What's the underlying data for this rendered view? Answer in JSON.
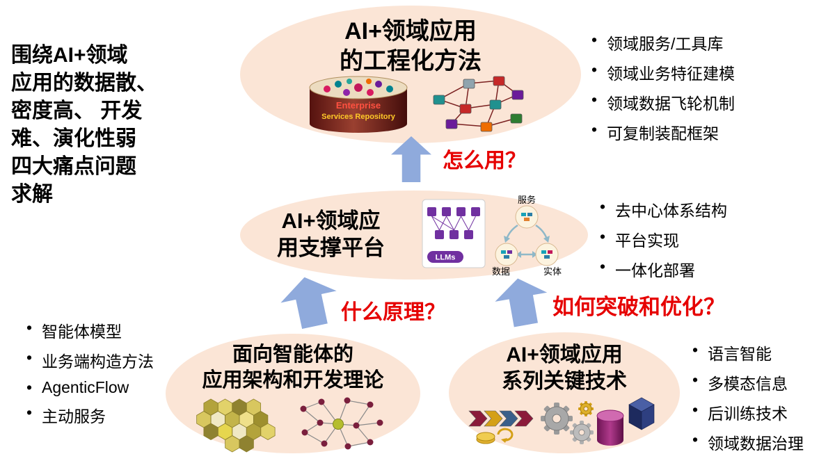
{
  "colors": {
    "ellipse_fill": "#fbe5d6",
    "arrow_blue": "#8faadc",
    "question_red": "#e60000",
    "text_black": "#000000"
  },
  "left_note": {
    "lines": [
      "围绕AI+领域",
      "应用的数据散、",
      "密度高、 开发",
      "难、演化性弱",
      "四大痛点问题",
      "求解"
    ]
  },
  "top": {
    "title_lines": [
      "AI+领域应用",
      "的工程化方法"
    ],
    "repository_label": {
      "line1": "Enterprise",
      "line2": "Services Repository"
    },
    "bullets": [
      "领域服务/工具库",
      "领域业务特征建模",
      "领域数据飞轮机制",
      "可复制装配框架"
    ]
  },
  "middle": {
    "title_lines": [
      "AI+领域应",
      "用支撑平台"
    ],
    "llm_label": "LLMs",
    "cycle_labels": {
      "top": "服务",
      "bottom_left": "数据",
      "bottom_right": "实体"
    },
    "bullets": [
      "去中心体系结构",
      "平台实现",
      "一体化部署"
    ]
  },
  "bottom_left": {
    "title_lines": [
      "面向智能体的",
      "应用架构和开发理论"
    ],
    "bullets": [
      "智能体模型",
      "业务端构造方法",
      "AgenticFlow",
      "主动服务"
    ]
  },
  "bottom_right": {
    "title_lines": [
      "AI+领域应用",
      "系列关键技术"
    ],
    "bullets": [
      "语言智能",
      "多模态信息",
      "后训练技术",
      "领域数据治理"
    ]
  },
  "questions": {
    "how_to_use": "怎么用？",
    "what_principle": "什么原理？",
    "how_to_optimize": "如何突破和优化？"
  }
}
